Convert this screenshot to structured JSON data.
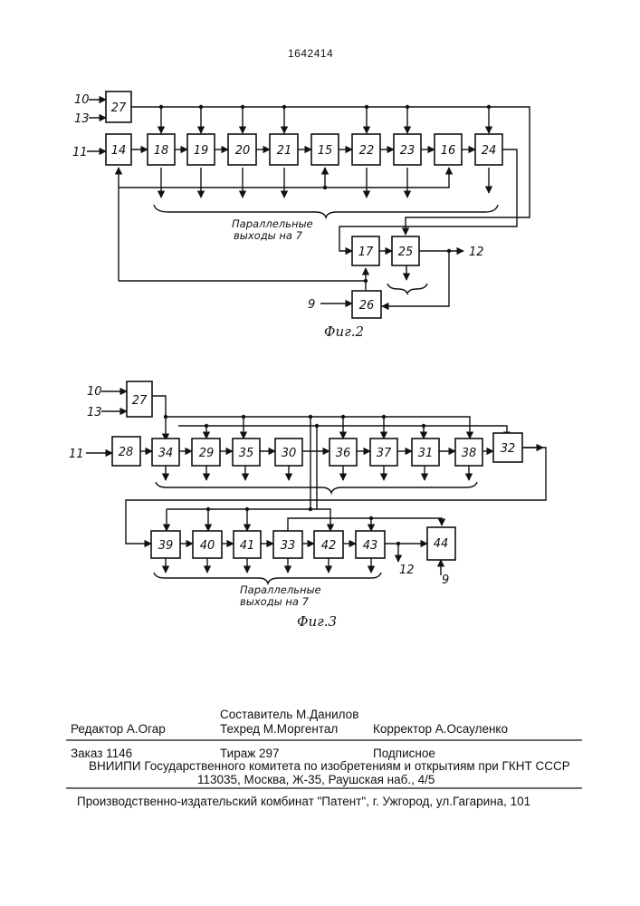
{
  "patent_number": "1642414",
  "fig2": {
    "caption": "Фиг.2",
    "outputs_label_1": "Параллельные",
    "outputs_label_2": "выходы на 7",
    "blocks": {
      "b27": "27",
      "b14": "14",
      "b18": "18",
      "b19": "19",
      "b20": "20",
      "b21": "21",
      "b15": "15",
      "b22": "22",
      "b23": "23",
      "b16": "16",
      "b24": "24",
      "b17": "17",
      "b25": "25",
      "b26": "26"
    },
    "terminals": {
      "in10": "10",
      "in13": "13",
      "in11": "11",
      "out12": "12",
      "in9": "9"
    }
  },
  "fig3": {
    "caption": "Фиг.3",
    "outputs_label_1": "Параллельные",
    "outputs_label_2": "выходы на 7",
    "blocks": {
      "b27": "27",
      "b28": "28",
      "b34": "34",
      "b29": "29",
      "b35": "35",
      "b30": "30",
      "b36": "36",
      "b37": "37",
      "b31": "31",
      "b38": "38",
      "b32": "32",
      "b39": "39",
      "b40": "40",
      "b41": "41",
      "b33": "33",
      "b42": "42",
      "b43": "43",
      "b44": "44"
    },
    "terminals": {
      "in10": "10",
      "in13": "13",
      "in11": "11",
      "out12": "12",
      "in9": "9"
    }
  },
  "imprint": {
    "compiler": "Составитель  М.Данилов",
    "editor": "Редактор  А.Огар",
    "techred": "Техред М.Моргентал",
    "corrector": "Корректор  А.Осауленко",
    "order": "Заказ  1146",
    "circulation": "Тираж  297",
    "subscription": "Подписное",
    "org": "ВНИИПИ Государственного комитета по изобретениям и открытиям при ГКНТ СССР",
    "address": "113035, Москва, Ж-35, Раушская наб., 4/5",
    "publisher": "Производственно-издательский комбинат \"Патент\", г. Ужгород, ул.Гагарина, 101"
  }
}
